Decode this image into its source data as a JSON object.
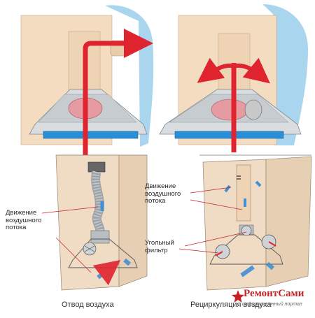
{
  "labels": {
    "flow_left": [
      "Движение",
      "воздушного",
      "потока"
    ],
    "flow_right": [
      "Движение",
      "воздушного",
      "потока"
    ],
    "filter": [
      "Угольный",
      "фильтр"
    ]
  },
  "captions": {
    "left": "Отвод воздуха",
    "right": "Рециркуляция воздуха"
  },
  "logo": {
    "main": "РемонтСами",
    "sub": "информационный портал"
  },
  "colors": {
    "wall": "#f3dcc0",
    "sky": "#a9d6ee",
    "arrow_red": "#e0242f",
    "arrow_blue": "#3f8fd4",
    "hood_steel": "#d9dde0",
    "filter_blue": "#2b8fd8",
    "fan_pink": "#e69aa2"
  }
}
